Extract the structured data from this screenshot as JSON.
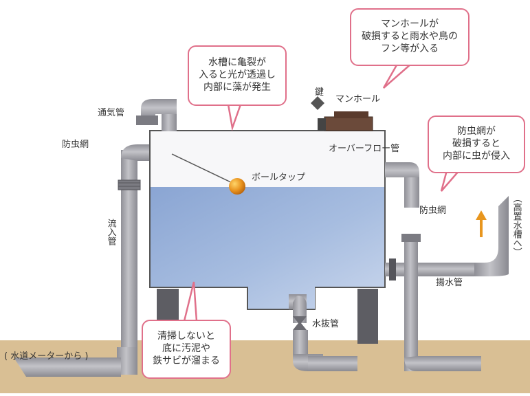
{
  "labels": {
    "vent_pipe": "通気管",
    "insect_net_left": "防虫網",
    "inflow_pipe": "流入管",
    "from_meter": "( 水道メーターから )",
    "key": "鍵",
    "manhole": "マンホール",
    "overflow_pipe": "オーバーフロー管",
    "insect_net_right": "防虫網",
    "ball_tap": "ボールタップ",
    "to_high_tank": "（高置水槽へ）",
    "pump_pipe": "揚水管",
    "drain_pipe": "水抜管"
  },
  "callouts": {
    "tank_crack": [
      "水槽に亀裂が",
      "入ると光が透過し",
      "内部に藻が発生"
    ],
    "manhole_damage": [
      "マンホールが",
      "破損すると雨水や鳥の",
      "フン等が入る"
    ],
    "net_damage": [
      "防虫網が",
      "破損すると",
      "内部に虫が侵入"
    ],
    "no_cleaning": [
      "清掃しないと",
      "底に汚泥や",
      "鉄サビが溜まる"
    ]
  },
  "colors": {
    "callout_border": "#e0708a",
    "pipe": "#a4a4ab",
    "water": "#9db6dc",
    "ground": "#d9bf94",
    "arrow": "#e8961e",
    "ball": "#e8921e"
  }
}
